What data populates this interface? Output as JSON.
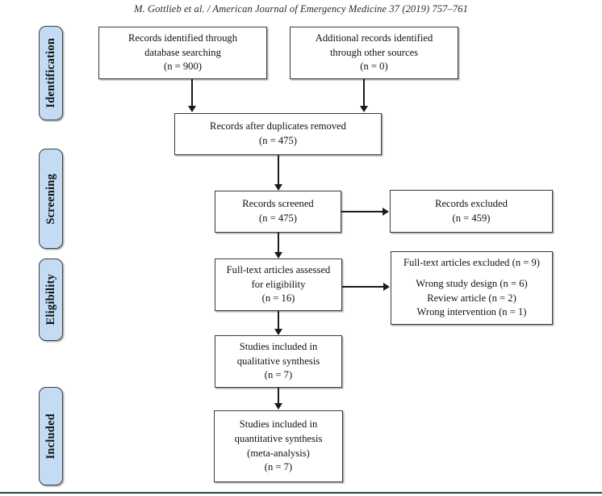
{
  "page": {
    "running_head": "M. Gottlieb et al. / American Journal of Emergency Medicine 37 (2019) 757–761",
    "rule_color": "#1f4a3c",
    "background": "#ffffff"
  },
  "stages": [
    {
      "label": "Identification",
      "fill": "#c3dcf3"
    },
    {
      "label": "Screening",
      "fill": "#c3dcf3"
    },
    {
      "label": "Eligibility",
      "fill": "#c3dcf3"
    },
    {
      "label": "Included",
      "fill": "#c3dcf3"
    }
  ],
  "boxes": {
    "db_search": {
      "line1": "Records identified through",
      "line2": "database searching",
      "line3": "(n = 900)"
    },
    "other_sources": {
      "line1": "Additional records identified",
      "line2": "through other sources",
      "line3": "(n = 0)"
    },
    "duplicates_removed": {
      "line1": "Records after duplicates removed",
      "line2": "(n = 475)"
    },
    "screened": {
      "line1": "Records screened",
      "line2": "(n = 475)"
    },
    "records_excluded": {
      "line1": "Records excluded",
      "line2": "(n = 459)"
    },
    "fulltext_assessed": {
      "line1": "Full-text articles assessed",
      "line2": "for eligibility",
      "line3": "(n = 16)"
    },
    "fulltext_excluded": {
      "line1": "Full-text articles excluded (n = 9)",
      "line2": "Wrong study design (n = 6)",
      "line3": "Review article (n = 2)",
      "line4": "Wrong intervention (n = 1)"
    },
    "qualitative": {
      "line1": "Studies included in",
      "line2": "qualitative synthesis",
      "line3": "(n = 7)"
    },
    "quantitative": {
      "line1": "Studies included in",
      "line2": "quantitative synthesis",
      "line3": "(meta-analysis)",
      "line4": "(n = 7)"
    }
  },
  "chart_data": {
    "type": "diagram",
    "title": "PRISMA flow diagram",
    "nodes": [
      {
        "id": "db_search",
        "stage": "Identification",
        "label": "Records identified through database searching",
        "n": 900
      },
      {
        "id": "other_sources",
        "stage": "Identification",
        "label": "Additional records identified through other sources",
        "n": 0
      },
      {
        "id": "duplicates_removed",
        "stage": "Identification",
        "label": "Records after duplicates removed",
        "n": 475
      },
      {
        "id": "screened",
        "stage": "Screening",
        "label": "Records screened",
        "n": 475
      },
      {
        "id": "records_excluded",
        "stage": "Screening",
        "label": "Records excluded",
        "n": 459
      },
      {
        "id": "fulltext_assessed",
        "stage": "Eligibility",
        "label": "Full-text articles assessed for eligibility",
        "n": 16
      },
      {
        "id": "fulltext_excluded",
        "stage": "Eligibility",
        "label": "Full-text articles excluded",
        "n": 9,
        "reasons": [
          {
            "label": "Wrong study design",
            "n": 6
          },
          {
            "label": "Review article",
            "n": 2
          },
          {
            "label": "Wrong intervention",
            "n": 1
          }
        ]
      },
      {
        "id": "qualitative",
        "stage": "Included",
        "label": "Studies included in qualitative synthesis",
        "n": 7
      },
      {
        "id": "quantitative",
        "stage": "Included",
        "label": "Studies included in quantitative synthesis (meta-analysis)",
        "n": 7
      }
    ],
    "edges": [
      {
        "from": "db_search",
        "to": "duplicates_removed"
      },
      {
        "from": "other_sources",
        "to": "duplicates_removed"
      },
      {
        "from": "duplicates_removed",
        "to": "screened"
      },
      {
        "from": "screened",
        "to": "records_excluded"
      },
      {
        "from": "screened",
        "to": "fulltext_assessed"
      },
      {
        "from": "fulltext_assessed",
        "to": "fulltext_excluded"
      },
      {
        "from": "fulltext_assessed",
        "to": "qualitative"
      },
      {
        "from": "qualitative",
        "to": "quantitative"
      }
    ]
  }
}
